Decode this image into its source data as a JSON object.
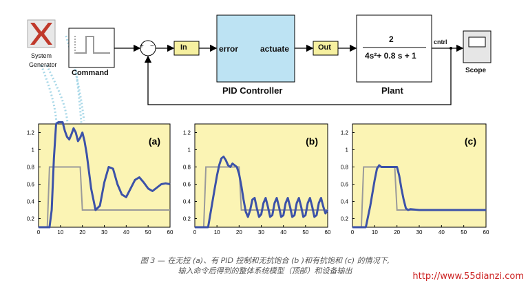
{
  "blocks": {
    "system_generator": {
      "line1": "System",
      "line2": "Generator"
    },
    "command": "Command",
    "in_port": "In",
    "pid": {
      "in_label": "error",
      "out_label": "actuate",
      "name": "PID Controller"
    },
    "out_port": "Out",
    "plant": {
      "numerator": "2",
      "denominator": "4s²+ 0.8 s + 1",
      "name": "Plant"
    },
    "cntrl": "cntrl",
    "scope": "Scope",
    "sum_signs": [
      "+",
      "−"
    ]
  },
  "colors": {
    "pid_fill": "#bde3f3",
    "port_fill": "#f6f0a0",
    "plot_bg": "#fbf4b4",
    "response": "#3c52a8",
    "command": "#9a9a9a",
    "dots": "#a8d8e8"
  },
  "chart_data": [
    {
      "type": "line",
      "title": "(a)",
      "x": [
        0,
        2,
        4,
        5,
        6,
        7,
        8,
        9,
        10,
        11,
        12,
        13,
        14,
        15,
        16,
        17,
        18,
        19,
        20,
        21,
        22,
        24,
        26,
        28,
        30,
        32,
        34,
        36,
        38,
        40,
        42,
        44,
        46,
        48,
        50,
        52,
        54,
        56,
        58,
        60
      ],
      "series": [
        {
          "values": [
            0,
            0,
            0,
            0,
            0.3,
            0.9,
            1.3,
            1.4,
            1.42,
            1.35,
            1.22,
            1.15,
            1.12,
            1.18,
            1.25,
            1.2,
            1.1,
            1.14,
            1.2,
            1.1,
            0.95,
            0.55,
            0.3,
            0.35,
            0.62,
            0.8,
            0.78,
            0.6,
            0.48,
            0.45,
            0.55,
            0.65,
            0.68,
            0.62,
            0.55,
            0.52,
            0.56,
            0.6,
            0.61,
            0.6
          ]
        },
        {
          "values": [
            0,
            0,
            0,
            0.8,
            0.8,
            0.8,
            0.8,
            0.8,
            0.8,
            0.8,
            0.8,
            0.8,
            0.8,
            0.8,
            0.8,
            0.8,
            0.8,
            0.8,
            0.3,
            0.3,
            0.3,
            0.3,
            0.3,
            0.3,
            0.3,
            0.3,
            0.3,
            0.3,
            0.3,
            0.3,
            0.3,
            0.3,
            0.3,
            0.3,
            0.3,
            0.3,
            0.3,
            0.3,
            0.3,
            0.3
          ]
        }
      ],
      "xticks": [
        "0",
        "10",
        "20",
        "30",
        "40",
        "50",
        "60"
      ],
      "yticks": [
        "0.2",
        "0.4",
        "0.6",
        "0.8",
        "1",
        "1.2"
      ],
      "xlim": [
        0,
        60
      ],
      "ylim": [
        0.1,
        1.3
      ]
    },
    {
      "type": "line",
      "title": "(b)",
      "x": [
        0,
        2,
        4,
        5,
        6,
        7,
        8,
        9,
        10,
        11,
        12,
        13,
        14,
        15,
        16,
        17,
        18,
        19,
        20,
        21,
        22,
        23,
        24,
        25,
        26,
        27,
        28,
        29,
        30,
        31,
        32,
        33,
        34,
        35,
        36,
        37,
        38,
        39,
        40,
        41,
        42,
        43,
        44,
        45,
        46,
        47,
        48,
        49,
        50,
        51,
        52,
        53,
        54,
        55,
        56,
        57,
        58,
        59,
        60
      ],
      "series": [
        {
          "values": [
            0,
            0,
            0,
            0,
            0.1,
            0.25,
            0.4,
            0.55,
            0.7,
            0.82,
            0.9,
            0.92,
            0.88,
            0.82,
            0.8,
            0.84,
            0.82,
            0.8,
            0.72,
            0.58,
            0.42,
            0.28,
            0.22,
            0.3,
            0.42,
            0.44,
            0.32,
            0.22,
            0.25,
            0.38,
            0.44,
            0.34,
            0.22,
            0.24,
            0.38,
            0.44,
            0.34,
            0.22,
            0.24,
            0.38,
            0.44,
            0.34,
            0.22,
            0.24,
            0.38,
            0.44,
            0.34,
            0.22,
            0.24,
            0.38,
            0.44,
            0.34,
            0.22,
            0.24,
            0.38,
            0.44,
            0.34,
            0.26,
            0.3
          ]
        },
        {
          "values": [
            0,
            0,
            0,
            0.8,
            0.8,
            0.8,
            0.8,
            0.8,
            0.8,
            0.8,
            0.8,
            0.8,
            0.8,
            0.8,
            0.8,
            0.8,
            0.8,
            0.8,
            0.8,
            0.3,
            0.3,
            0.3,
            0.3,
            0.3,
            0.3,
            0.3,
            0.3,
            0.3,
            0.3,
            0.3,
            0.3,
            0.3,
            0.3,
            0.3,
            0.3,
            0.3,
            0.3,
            0.3,
            0.3,
            0.3,
            0.3,
            0.3,
            0.3,
            0.3,
            0.3,
            0.3,
            0.3,
            0.3,
            0.3,
            0.3,
            0.3,
            0.3,
            0.3,
            0.3,
            0.3,
            0.3,
            0.3,
            0.3,
            0.3
          ]
        }
      ],
      "xticks": [
        "0",
        "10",
        "20",
        "30",
        "40",
        "50",
        "60"
      ],
      "yticks": [
        "0.2",
        "0.4",
        "0.6",
        "0.8",
        "1",
        "1.2"
      ],
      "xlim": [
        0,
        60
      ],
      "ylim": [
        0.1,
        1.3
      ]
    },
    {
      "type": "line",
      "title": "(c)",
      "x": [
        0,
        2,
        4,
        5,
        6,
        8,
        10,
        11,
        12,
        13,
        14,
        16,
        18,
        19,
        20,
        21,
        22,
        23,
        24,
        25,
        26,
        30,
        35,
        40,
        45,
        50,
        55,
        60
      ],
      "series": [
        {
          "values": [
            0,
            0,
            0,
            0,
            0.1,
            0.35,
            0.65,
            0.78,
            0.82,
            0.8,
            0.8,
            0.8,
            0.8,
            0.8,
            0.8,
            0.7,
            0.55,
            0.42,
            0.32,
            0.3,
            0.31,
            0.3,
            0.3,
            0.3,
            0.3,
            0.3,
            0.3,
            0.3
          ]
        },
        {
          "values": [
            0,
            0,
            0,
            0.8,
            0.8,
            0.8,
            0.8,
            0.8,
            0.8,
            0.8,
            0.8,
            0.8,
            0.8,
            0.8,
            0.3,
            0.3,
            0.3,
            0.3,
            0.3,
            0.3,
            0.3,
            0.3,
            0.3,
            0.3,
            0.3,
            0.3,
            0.3,
            0.3
          ]
        }
      ],
      "xticks": [
        "0",
        "10",
        "20",
        "30",
        "40",
        "50",
        "60"
      ],
      "yticks": [
        "0.2",
        "0.4",
        "0.6",
        "0.8",
        "1",
        "1.2"
      ],
      "xlim": [
        0,
        60
      ],
      "ylim": [
        0.1,
        1.3
      ]
    }
  ],
  "caption": {
    "line1": "图 3 — 在无控 (a)、有 PID 控制和无抗饱合 (b )和有抗饱和 (c) 的情况下,",
    "line2": "输入命令后得到的整体系统模型（顶部）和设备输出"
  },
  "watermark": "http://www.55dianzi.com"
}
